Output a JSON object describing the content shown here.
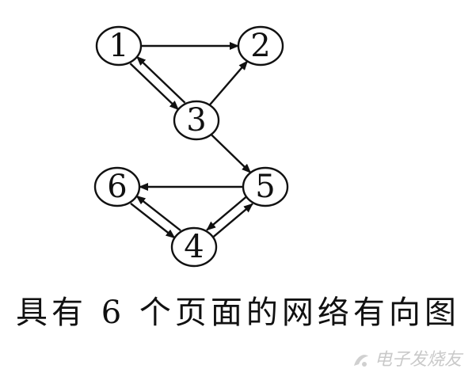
{
  "nodes": [
    {
      "id": "1",
      "label": "1"
    },
    {
      "id": "2",
      "label": "2"
    },
    {
      "id": "3",
      "label": "3"
    },
    {
      "id": "4",
      "label": "4"
    },
    {
      "id": "5",
      "label": "5"
    },
    {
      "id": "6",
      "label": "6"
    }
  ],
  "edges": [
    {
      "from": "1",
      "to": "2"
    },
    {
      "from": "1",
      "to": "3"
    },
    {
      "from": "3",
      "to": "1"
    },
    {
      "from": "3",
      "to": "2"
    },
    {
      "from": "3",
      "to": "5"
    },
    {
      "from": "5",
      "to": "6"
    },
    {
      "from": "5",
      "to": "4"
    },
    {
      "from": "4",
      "to": "5"
    },
    {
      "from": "4",
      "to": "6"
    },
    {
      "from": "6",
      "to": "4"
    }
  ],
  "caption": "具有 6 个页面的网络有向图",
  "watermark": {
    "text": "电子发烧友",
    "icon": "logo-swirl-icon"
  }
}
